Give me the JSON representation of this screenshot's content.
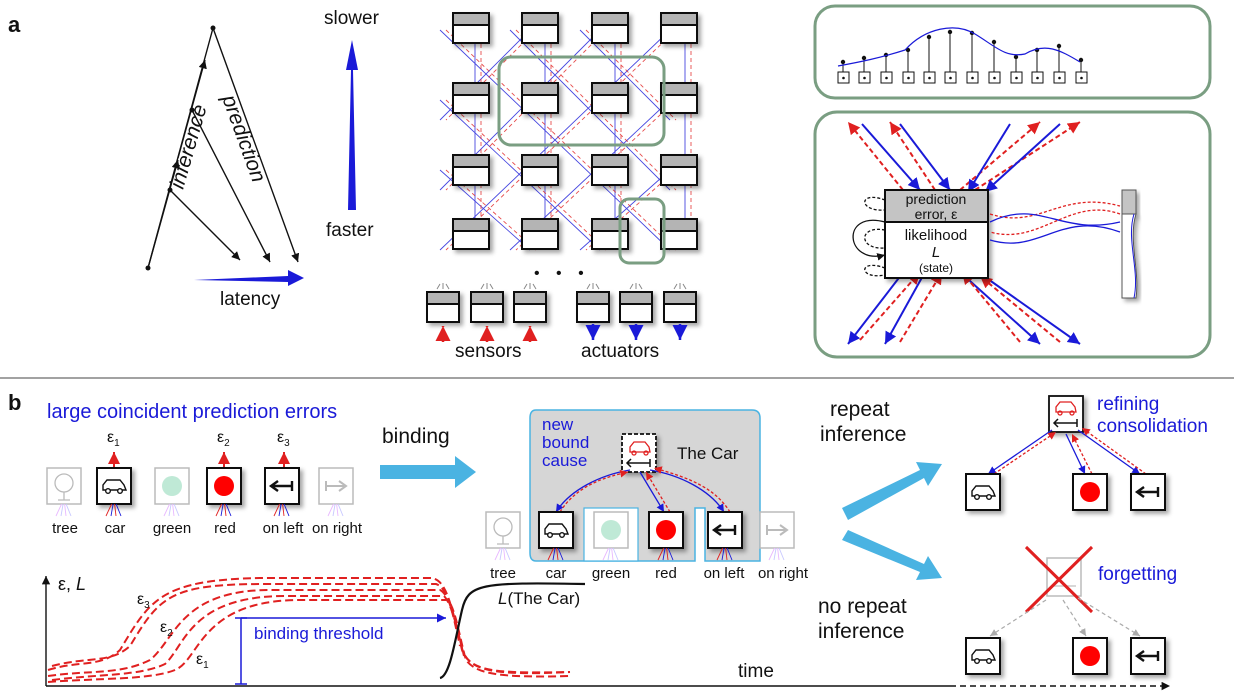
{
  "panel_a": {
    "letter": "a",
    "inference": "inference",
    "prediction": "prediction",
    "latency": "latency",
    "slower": "slower",
    "faster": "faster",
    "ellipsis": "• • •",
    "sensors": "sensors",
    "actuators": "actuators",
    "detail": {
      "prediction_error_1": "prediction",
      "prediction_error_2": "error, ε",
      "likelihood": "likelihood",
      "L": "L",
      "state": "(state)"
    },
    "colors": {
      "blue": "#1a1ad8",
      "red": "#e02020",
      "frame": "#7a9e82",
      "gray": "#b4b4b4"
    }
  },
  "panel_b": {
    "letter": "b",
    "coincident": "large coincident prediction errors",
    "eps1": "ε",
    "eps1_sub": "1",
    "eps2": "ε",
    "eps2_sub": "2",
    "eps3": "ε",
    "eps3_sub": "3",
    "items": [
      "tree",
      "car",
      "green",
      "red",
      "on left",
      "on right"
    ],
    "binding": "binding",
    "new_bound_cause": [
      "new",
      "bound",
      "cause"
    ],
    "the_car": "The Car",
    "repeat_inference": [
      "repeat",
      "inference"
    ],
    "refining_consolidation": [
      "refining",
      "consolidation"
    ],
    "no_repeat_inference": [
      "no repeat",
      "inference"
    ],
    "forgetting": "forgetting",
    "plot": {
      "ylabel_eps": "ε, ",
      "ylabel_L": "L",
      "curve_L": "(The Car)",
      "curve_L_prefix": "L",
      "binding_threshold": "binding threshold",
      "time": "time",
      "e1": "ε",
      "e2": "ε",
      "e3": "ε",
      "s1": "1",
      "s2": "2",
      "s3": "3"
    },
    "colors": {
      "blue": "#1a1ad8",
      "red": "#e02020",
      "arrow": "#4ab3e2",
      "box_bg": "#d6d6d6",
      "green_dot": "#bfe9d6"
    }
  }
}
